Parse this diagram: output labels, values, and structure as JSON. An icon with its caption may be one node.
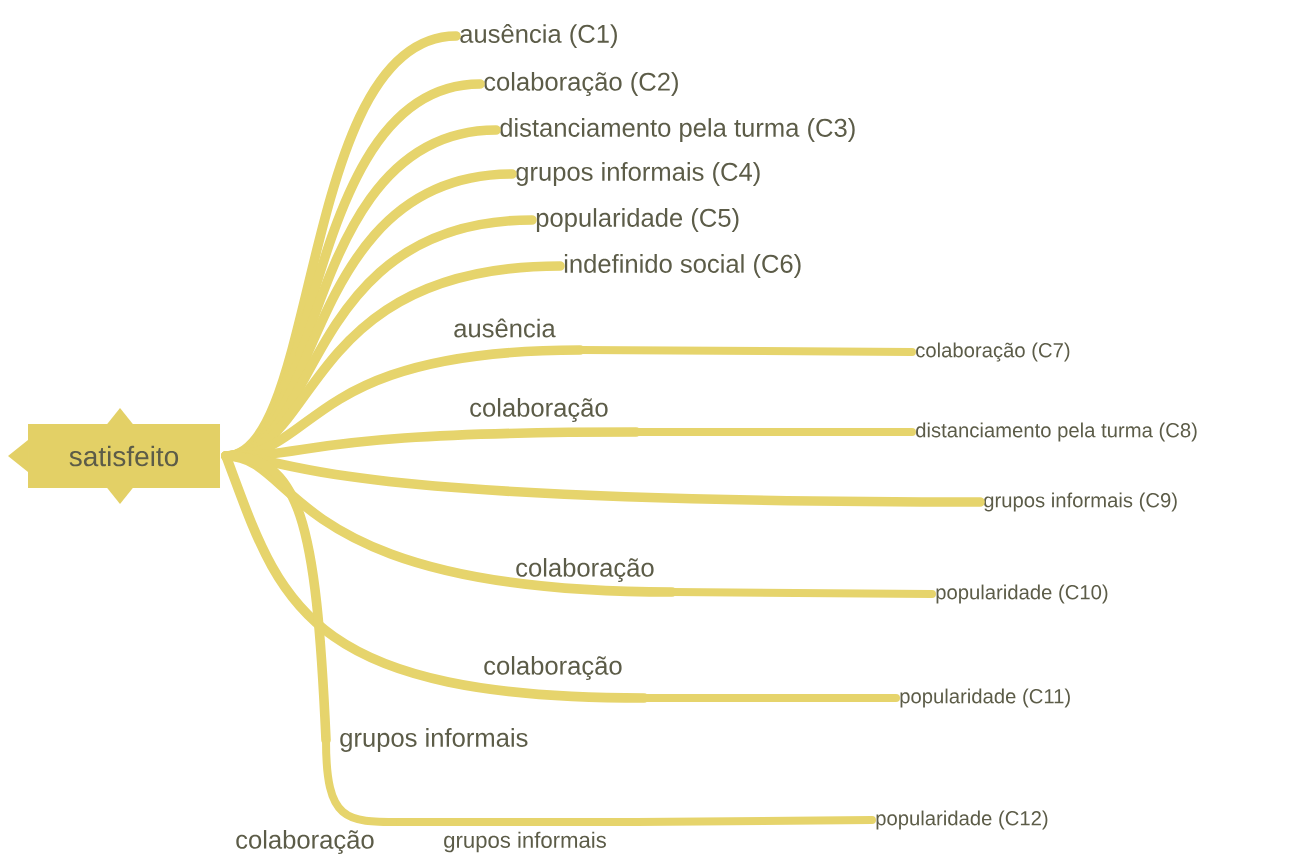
{
  "diagram": {
    "nodes": [
      {
        "text": [
          "satisfeito"
        ]
      },
      {
        "text": [
          "ausência (C1)"
        ]
      },
      {
        "text": [
          "colaboração (C2)"
        ]
      },
      {
        "text": [
          "distanciamento pela turma (C3)"
        ]
      },
      {
        "text": [
          "grupos informais (C4)"
        ]
      },
      {
        "text": [
          "popularidade (C5)"
        ]
      },
      {
        "text": [
          "indefinido social (C6)"
        ]
      },
      {
        "text": [
          "ausência"
        ]
      },
      {
        "text": [
          "colaboração (C7)"
        ]
      },
      {
        "text": [
          "colaboração"
        ]
      },
      {
        "text": [
          "distanciamento pela turma (C8)"
        ]
      },
      {
        "text": [
          "grupos informais (C9)"
        ]
      },
      {
        "text": [
          "colaboração"
        ]
      },
      {
        "text": [
          "popularidade (C10)"
        ]
      },
      {
        "text": [
          "colaboração"
        ]
      },
      {
        "text": [
          "popularidade (C11)"
        ]
      },
      {
        "text": [
          "grupos informais"
        ]
      },
      {
        "text": [
          "colaboração"
        ]
      },
      {
        "text": [
          "grupos informais"
        ]
      },
      {
        "text": [
          "popularidade (C12)"
        ]
      }
    ],
    "edges": [
      {
        "from": 0,
        "to": 1,
        "arrow": "none"
      },
      {
        "from": 0,
        "to": 2,
        "arrow": "none"
      },
      {
        "from": 0,
        "to": 3,
        "arrow": "none"
      },
      {
        "from": 0,
        "to": 4,
        "arrow": "none"
      },
      {
        "from": 0,
        "to": 5,
        "arrow": "none"
      },
      {
        "from": 0,
        "to": 6,
        "arrow": "none"
      },
      {
        "from": 0,
        "to": 7,
        "arrow": "none"
      },
      {
        "from": 7,
        "to": 8,
        "arrow": "none"
      },
      {
        "from": 0,
        "to": 9,
        "arrow": "none"
      },
      {
        "from": 9,
        "to": 10,
        "arrow": "none"
      },
      {
        "from": 0,
        "to": 11,
        "arrow": "none"
      },
      {
        "from": 0,
        "to": 12,
        "arrow": "none"
      },
      {
        "from": 12,
        "to": 13,
        "arrow": "none"
      },
      {
        "from": 0,
        "to": 14,
        "arrow": "none"
      },
      {
        "from": 14,
        "to": 15,
        "arrow": "none"
      },
      {
        "from": 0,
        "to": 16,
        "arrow": "none"
      },
      {
        "from": 16,
        "to": 17,
        "arrow": "none"
      },
      {
        "from": 17,
        "to": 18,
        "arrow": "none"
      },
      {
        "from": 18,
        "to": 19,
        "arrow": "none"
      }
    ]
  }
}
